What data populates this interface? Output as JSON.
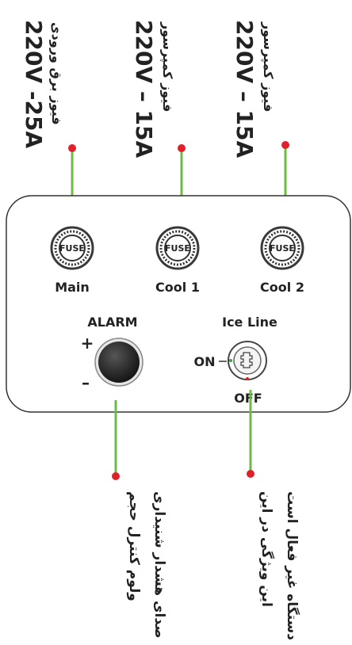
{
  "fuses": {
    "main_rating": "220V -25A",
    "main_desc": "فیوز برق ورودی",
    "cool1_rating": "220V – 15A",
    "cool1_desc": "فیوز کمپرسور",
    "cool2_rating": "220V – 15A",
    "cool2_desc": "فیوز کمپرسور"
  },
  "panel": {
    "fuse_cap_label": "FUSE",
    "main_label": "Main",
    "cool1_label": "Cool 1",
    "cool2_label": "Cool 2",
    "alarm_label": "ALARM",
    "alarm_plus": "+",
    "alarm_minus": "–",
    "iceline_label": "Ice Line",
    "on_label": "ON",
    "off_label": "OFF"
  },
  "notes": {
    "alarm_line1": "ولوم کنترل حجم",
    "alarm_line2": "صدای هشدار شنیداری",
    "iceline_line1": "این ویژگی در این",
    "iceline_line2": "دستگاه غیر فعال است"
  },
  "colors": {
    "leader_line": "#6dbb45",
    "leader_dot": "#e0202b",
    "fuse_ring": "#3a3a3a",
    "knob": "#2a2a2a",
    "iceline_dot_on": "#3aa13a",
    "iceline_dot_off": "#e0202b"
  }
}
